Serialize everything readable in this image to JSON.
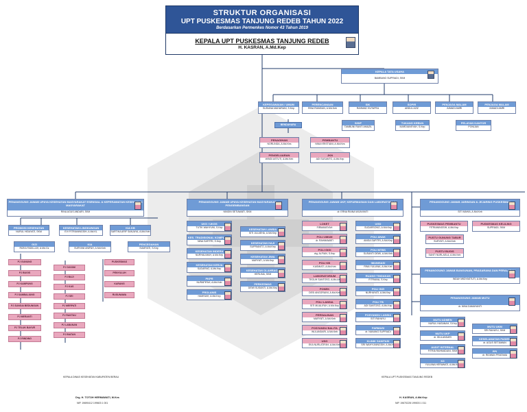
{
  "header": {
    "title": "STRUKTUR ORGANISASI",
    "subtitle": "UPT PUSKESMAS TANJUNG REDEB TAHUN 2022",
    "basis": "Berdasarkan Permenkes Nomor 43 Tahun 2019"
  },
  "kepala": {
    "title": "KEPALA UPT PUSKESMAS TANJUNG REDEB",
    "name": "H. KASRAN, A.Md.Kep"
  },
  "tata_usaha": {
    "title": "KEPALA TATA USAHA",
    "name": "BAMBANG SUPRIADI, SKM"
  },
  "tu_units": [
    {
      "title": "KEPEGAWAIAN / UMUM",
      "name": "SUSIANA MAHARANI, S.Kep"
    },
    {
      "title": "PERENCANAAN",
      "name": "RINA RIANDAN, A.Md.Keb"
    },
    {
      "title": "SIK",
      "name": "RAHMAD HUTAPEA"
    },
    {
      "title": "SOPIR",
      "name": "ABDUL AZIZ"
    },
    {
      "title": "PENJAGA MALAM",
      "name": "JUMADI AMRI"
    },
    {
      "title": "SISIP",
      "name": "TAMBUNI RANTI AMAZIL"
    },
    {
      "title": "TUKANG KEBUN",
      "name": "MARDIANSYAH, S.Kep"
    },
    {
      "title": "PELAYAN KANTOR",
      "name": "PONIJAN"
    }
  ],
  "bendahara": {
    "title": "BENDAHARA",
    "items": [
      {
        "title": "PENAGIHAN",
        "name": "NORLINDA, A.Md.Kes"
      },
      {
        "title": "PEMBANTU",
        "name": "NINA KRISTIANI, A.Md.Kes"
      },
      {
        "title": "PENGELUARAN",
        "name": "WINDI ASTUTI, A.Md.Keb"
      },
      {
        "title": "JKN",
        "name": "ADI SUSANTO, A.Md.Kep"
      }
    ]
  },
  "pj_ukm": {
    "title": "PENANGGUNG JAWAB UPAYA KESEHATAN MASYARAKAT ESENSIAL & KEPERAWATAN KESEHATAN MASYARAKAT",
    "name": "RINA AGUS ANDARI, SKM",
    "units": [
      {
        "title": "PROMOSI KESEHATAN",
        "name": "NURUL HIDAYATI, SKM"
      },
      {
        "title": "KESEHATAN LINGKUNGAN",
        "name": "EVI FITRIANINGSIH, A.Md.KL"
      },
      {
        "title": "KIA KB",
        "name": "SARTIKA ARIF SANJAYA, A.Md.Keb"
      },
      {
        "title": "GIZI",
        "name": "RIZKA FADILLAH, A.Md.Gz"
      },
      {
        "title": "KIA",
        "name": "SURYANI ANIFAH, A.Md.Keb"
      },
      {
        "title": "PENCEGAHAN",
        "name": "SUMIYATI, S.Kep"
      }
    ]
  },
  "pj_ukm_pengembangan": {
    "title": "PENANGGUNG JAWAB UPAYA KESEHATAN MASYARAKAT PENGEMBANGAN",
    "name": "NINDIN SETIAWATI, SKM",
    "units": [
      {
        "title": "UKS / UKGS",
        "name": "TUTIK WAHYUNI, S.Kep"
      },
      {
        "title": "KES. TRADISIONAL KOMPLEMENTER",
        "name": "NINA SAFITRI, S.Kep"
      },
      {
        "title": "KESEHATAN INDERA",
        "name": "NURHALIMAH, A.Md.Kep"
      },
      {
        "title": "KESEHATAN KERJA",
        "name": "SUDARNO, A.Md.Kep"
      },
      {
        "title": "PKPR",
        "name": "NURAFIFAH, A.Md.Keb"
      },
      {
        "title": "PROLANIS",
        "name": "HAMSIAH, A.Md.Kep"
      },
      {
        "title": "KESEHATAN LANSIA",
        "name": "SITI JULAEHA, A.Md.Kep"
      },
      {
        "title": "KESEHATAN HAJI",
        "name": "SUPRIANTO, A.Md.Kep"
      },
      {
        "title": "KESEHATAN JIWA",
        "name": "MARYATI, A.Md.Kep"
      },
      {
        "title": "KESEHATAN OLAHRAGA",
        "name": "HERLINA, SKM"
      },
      {
        "title": "PERKESMAS",
        "name": "DEWI SUSANTI, A.Md.Kep"
      }
    ]
  },
  "pj_ukp": {
    "title": "PENANGGUNG JAWAB UKP, KEFARMASIAN DAN LABORATORIUM",
    "name": "dr. ERNA RIANA WIJAYANTI",
    "units": [
      {
        "title": "LOKET",
        "name": "FIRMANSYAH"
      },
      {
        "title": "UGD",
        "name": "SUDARSONO, A.Md.Kep"
      },
      {
        "title": "POLI UMUM",
        "name": "dr. RAHMAWATI"
      },
      {
        "title": "POLI ANAK",
        "name": "ANISA SAFITRI, A.Md.Kep"
      },
      {
        "title": "POLI GIGI",
        "name": "drg. ALFIAN, S.Kep"
      },
      {
        "title": "POLI MTBS",
        "name": "SUSANTI DEWI, A.Md.Keb"
      },
      {
        "title": "POLI KB",
        "name": "KASMIATI, A.Md.Keb"
      },
      {
        "title": "IMUNISASI",
        "name": "RINA YULIANA, A.Md.Keb"
      },
      {
        "title": "LABORATORIUM",
        "name": "TEGUH SANTOSO, A.Md.AK"
      },
      {
        "title": "RUANG TINDAKAN",
        "name": "FITRIANA, S.Kep"
      },
      {
        "title": "PONEK",
        "name": "DESI ANGGRAINI, A.Md.Keb"
      },
      {
        "title": "POLI GIZI",
        "name": "NURHAYATI, A.Md.Kep"
      },
      {
        "title": "POLI LANSIA",
        "name": "SITI MUALIFAH, A.Md.Kep"
      },
      {
        "title": "POLI TB",
        "name": "ADI SANTOSO, A.Md.Kep"
      },
      {
        "title": "PERSALINAN",
        "name": "MARYATI, A.Md.Keb"
      },
      {
        "title": "POSYANDU LANSIA",
        "name": "SITI RAHAYU"
      },
      {
        "title": "POSYANDU BALITA",
        "name": "WULANDARI, A.Md.Keb"
      },
      {
        "title": "FARMASI",
        "name": "dr. NANANG SUPRIADI"
      },
      {
        "title": "USG",
        "name": "EKA NURLATIFAH, A.Md.Keb"
      },
      {
        "title": "KLINIK SANITASI",
        "name": "SRI WAHYUNINGSIH, A.Md.KL"
      }
    ]
  },
  "pj_jaringan": {
    "title": "PENANGGUNG JAWAB JARINGAN & JEJARING PUSKESMAS",
    "name": "SITI MAHIA, A.Md.Keb",
    "units": [
      {
        "title": "PUSKESMAS PEMBANTU",
        "name": "FITRIANINGSIH, A.Md.Kep"
      },
      {
        "title": "PUSKESMAS KELILING",
        "name": "SUPRIADI, SKM"
      },
      {
        "title": "PUSTU GUNUNG TABUR",
        "name": "SURYATI, A.Md.Keb"
      },
      {
        "title": "PUSTU BUGIS",
        "name": "SANTI NURLAELA, A.Md.Keb"
      }
    ]
  },
  "pj_bangunan": {
    "title": "PENANGGUNG JAWAB BANGUNAN, PRASARANA DAN PERALATAN",
    "name": "INDAH WIDYASTUTI, A.Md.Kep"
  },
  "pj_mutu": {
    "title": "PENANGGUNG JAWAB MUTU",
    "name": "dr. NINA DAMAYANTI",
    "units": [
      {
        "title": "MUTU ADMEN",
        "name": "NURUL HASANAH, S.Kep"
      },
      {
        "title": "MUTU UKM",
        "name": "SRI RAHAYU, SKM"
      },
      {
        "title": "MUTU UKP",
        "name": "dr. WULANDARI"
      },
      {
        "title": "KESELAMATAN PASIEN",
        "name": "dr. AGUS SETIAWAN"
      },
      {
        "title": "AUDIT INTERNAL",
        "name": "FITRIA RAHMADANI, SKM"
      },
      {
        "title": "PPI",
        "name": "dr. RIDWAN PRATAMA"
      },
      {
        "title": "K3",
        "name": "YULIANA HERAWATI, A.Md.Kep"
      }
    ]
  },
  "pustu": [
    "PJ GUNUNG",
    "PJ BUGIS",
    "PJ KAMPUNG",
    "PJ SAMBALIUNG",
    "PJ SUNGAI BEDUNGUN",
    "PJ MERANTI",
    "PJ TELUK BAYUR",
    "PJ RINDING",
    "PJ GAYAM",
    "PJ BAJI",
    "PJ KAS",
    "PJ SEI",
    "PJ MERPATI",
    "PJ RANTAU",
    "PJ LABANAN",
    "PJ BIATAN",
    "PUSKESMAS",
    "PENYULUH",
    "KARANG",
    "RUSUNAWA"
  ],
  "signatures": {
    "left_title": "KEPALA DINAS KESEHATAN KABUPATEN BERAU",
    "left_name": "Drg. H. TOTOH HERMAWATI, M.Kes",
    "left_nip": "NIP. 19690412 199603 1 001",
    "right_title": "KEPALA UPT PUSKESMAS TANJUNG REDEB",
    "right_name": "H. KASRAN, A.Md.Kep",
    "right_nip": "NIP. 19670228 199003 1 011"
  }
}
